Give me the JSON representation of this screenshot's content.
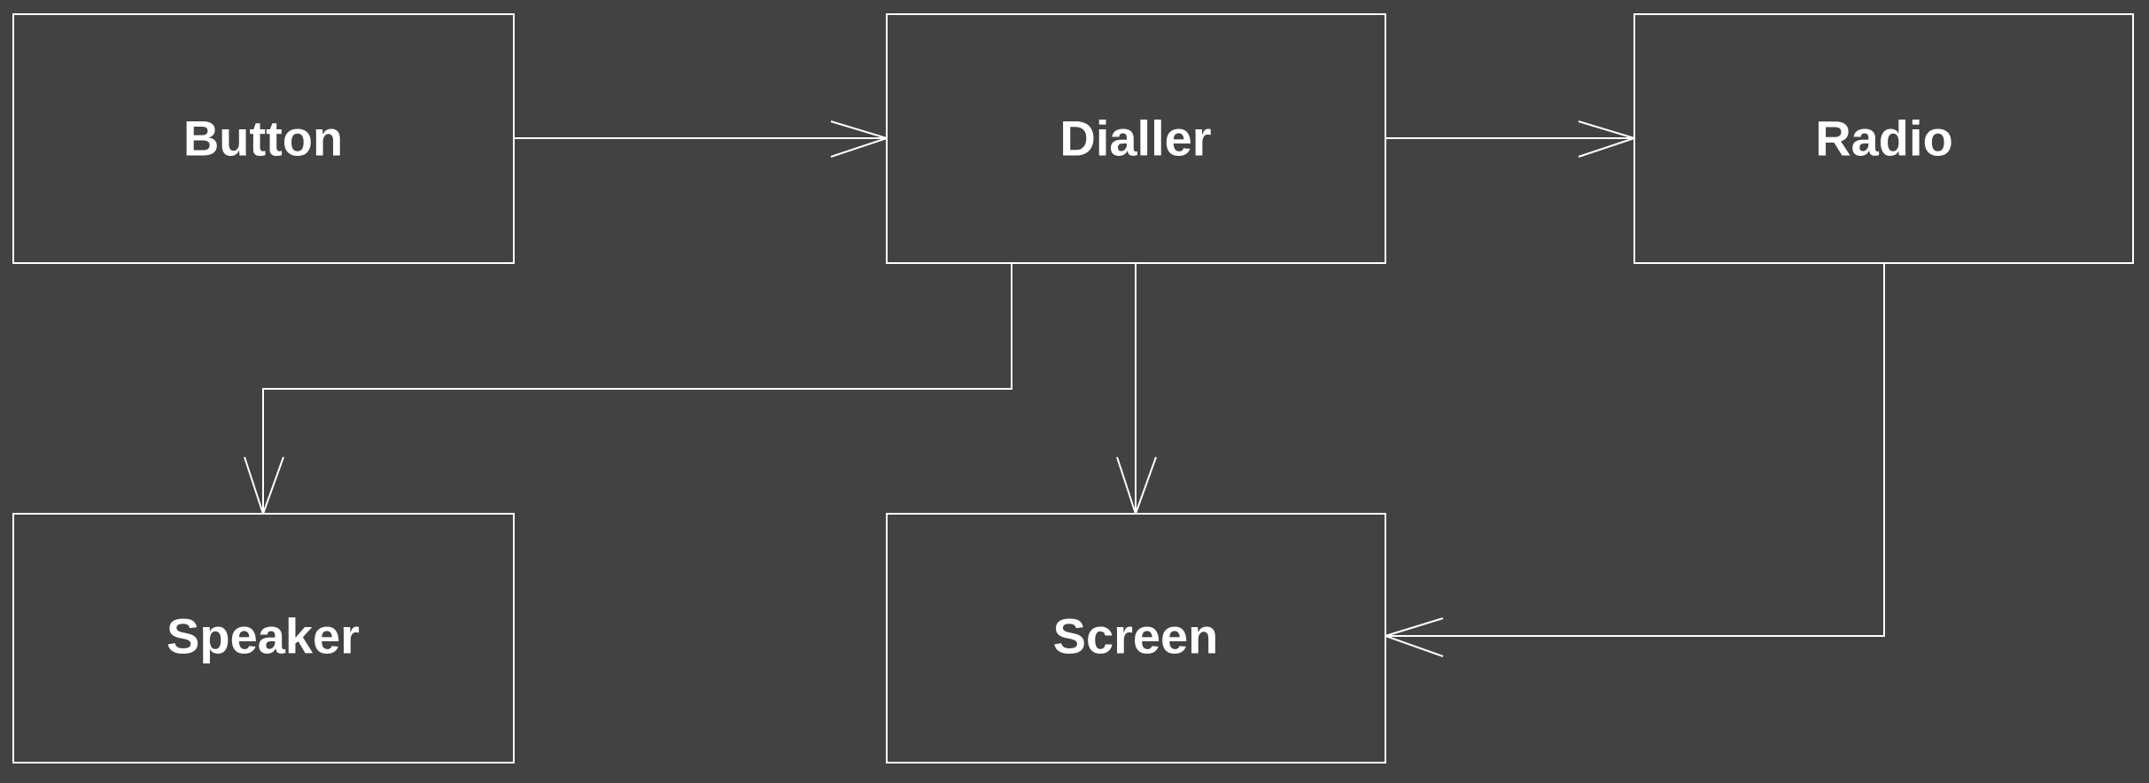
{
  "diagram": {
    "background": "#424242",
    "line_color": "#ffffff",
    "nodes": [
      {
        "id": "button",
        "label": "Button"
      },
      {
        "id": "dialler",
        "label": "Dialler"
      },
      {
        "id": "radio",
        "label": "Radio"
      },
      {
        "id": "speaker",
        "label": "Speaker"
      },
      {
        "id": "screen",
        "label": "Screen"
      }
    ],
    "edges": [
      {
        "from": "button",
        "to": "dialler",
        "arrow": "open"
      },
      {
        "from": "dialler",
        "to": "radio",
        "arrow": "open"
      },
      {
        "from": "dialler",
        "to": "speaker",
        "arrow": "open"
      },
      {
        "from": "dialler",
        "to": "screen",
        "arrow": "open"
      },
      {
        "from": "radio",
        "to": "screen",
        "arrow": "open"
      }
    ]
  }
}
